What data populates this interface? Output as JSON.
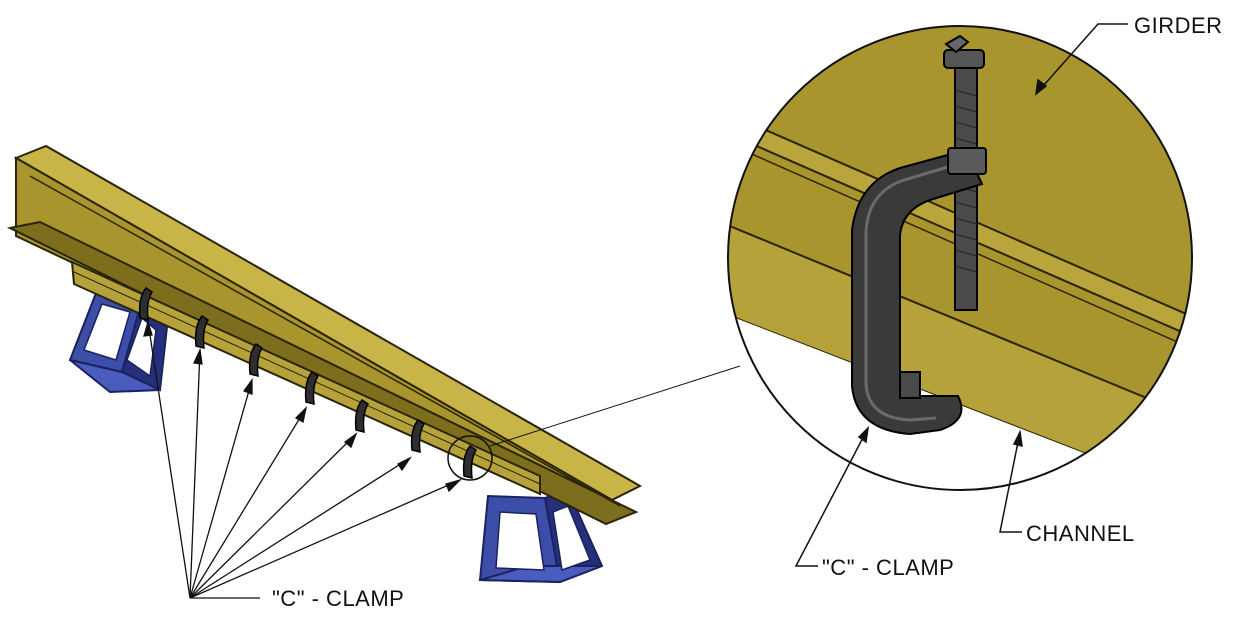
{
  "labels": {
    "girder": "GIRDER",
    "channel": "CHANNEL",
    "clamp_detail": "\"C\" - CLAMP",
    "clamp_main": "\"C\" - CLAMP"
  },
  "colors": {
    "girder_face": "#a8952e",
    "girder_dark": "#7d6e1e",
    "girder_light": "#c9b448",
    "stand_blue": "#3d4ea8",
    "stand_dark": "#26307a",
    "clamp_dark": "#3a3a3a",
    "clamp_mid": "#5a5a5a",
    "line": "#111111"
  },
  "icons": {
    "stand": "sawhorse-stand-icon",
    "clamp": "c-clamp-icon"
  }
}
